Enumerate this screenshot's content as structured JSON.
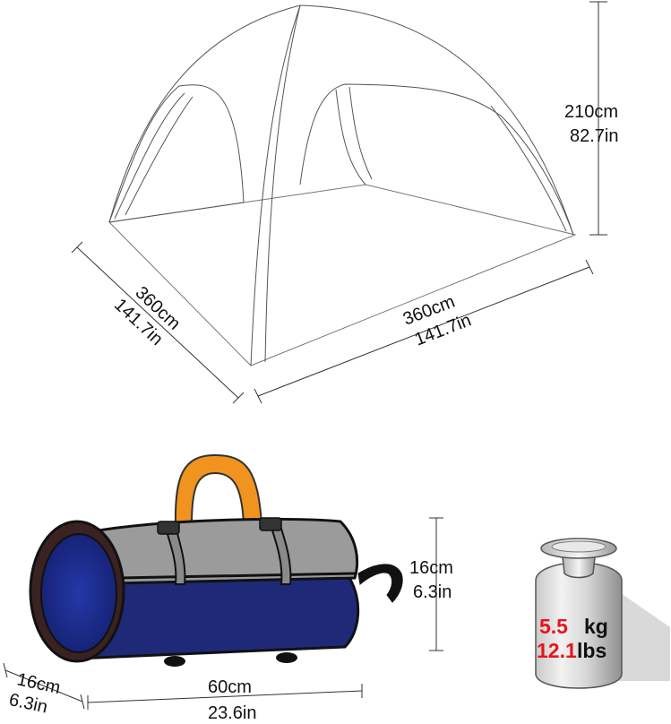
{
  "tent": {
    "height_cm": "210cm",
    "height_in": "82.7in",
    "depth_cm": "360cm",
    "depth_in": "141.7in",
    "width_cm": "360cm",
    "width_in": "141.7in"
  },
  "bag": {
    "diameter_cm": "16cm",
    "diameter_in": "6.3in",
    "end_cm": "16cm",
    "end_in": "6.3in",
    "length_cm": "60cm",
    "length_in": "23.6in"
  },
  "weight": {
    "kg_value": "5.5",
    "kg_unit": "kg",
    "lbs_value": "12.1",
    "lbs_unit": "lbs"
  },
  "colors": {
    "handle": "#f0941f",
    "bag_top": "#9b9b9b",
    "bag_bottom": "#1e2a78",
    "bag_end": "#1b2a8a",
    "weight_value": "#e8141c"
  }
}
